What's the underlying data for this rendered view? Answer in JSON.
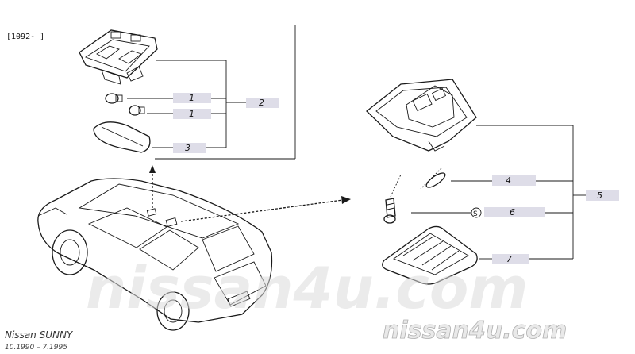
{
  "date_code": "[1092-      ]",
  "parts": {
    "p1a": "1",
    "p1b": "1",
    "p2": "2",
    "p3": "3",
    "p4": "4",
    "p5": "5",
    "p6": "6",
    "p7": "7"
  },
  "screw_symbol": "S",
  "watermark": {
    "center": "nissan4u.com",
    "corner": "nissan4u.com"
  },
  "footer": {
    "model": "Nissan SUNNY",
    "range": "10.1990 – 7.1995"
  },
  "colors": {
    "line": "#1a1a1a",
    "label_box": "#dedde8",
    "watermark": "#dcdcdc"
  }
}
